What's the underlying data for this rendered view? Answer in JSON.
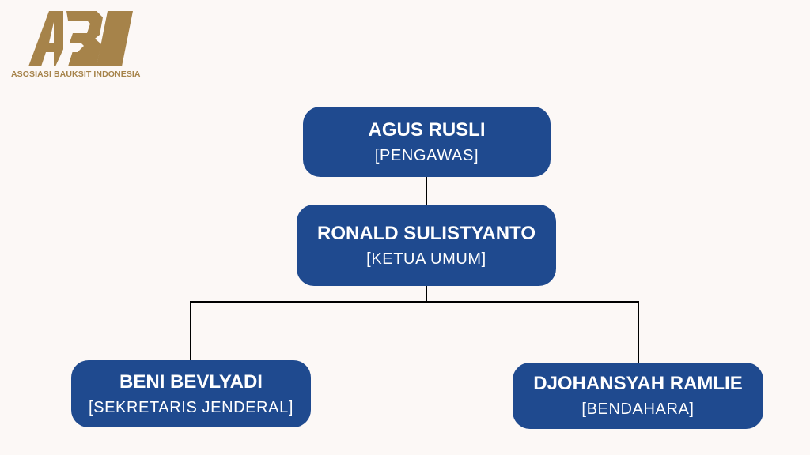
{
  "logo": {
    "mark_text": "ABI",
    "org_name": "ASOSIASI BAUKSIT INDONESIA",
    "color": "#a6834a"
  },
  "colors": {
    "node_fill": "#1f4a8f",
    "node_text": "#ffffff",
    "connector": "#000000",
    "background": "#fcf8f6"
  },
  "org_chart": {
    "nodes": [
      {
        "id": "pengawas",
        "name": "AGUS RUSLI",
        "role": "[PENGAWAS]"
      },
      {
        "id": "ketua",
        "name": "RONALD SULISTYANTO",
        "role": "[KETUA UMUM]"
      },
      {
        "id": "sekretaris",
        "name": "BENI BEVLYADI",
        "role": "[SEKRETARIS JENDERAL]"
      },
      {
        "id": "bendahara",
        "name": "DJOHANSYAH RAMLIE",
        "role": "[BENDAHARA]"
      }
    ],
    "edges": [
      {
        "from": "pengawas",
        "to": "ketua"
      },
      {
        "from": "ketua",
        "to": "sekretaris"
      },
      {
        "from": "ketua",
        "to": "bendahara"
      }
    ]
  }
}
